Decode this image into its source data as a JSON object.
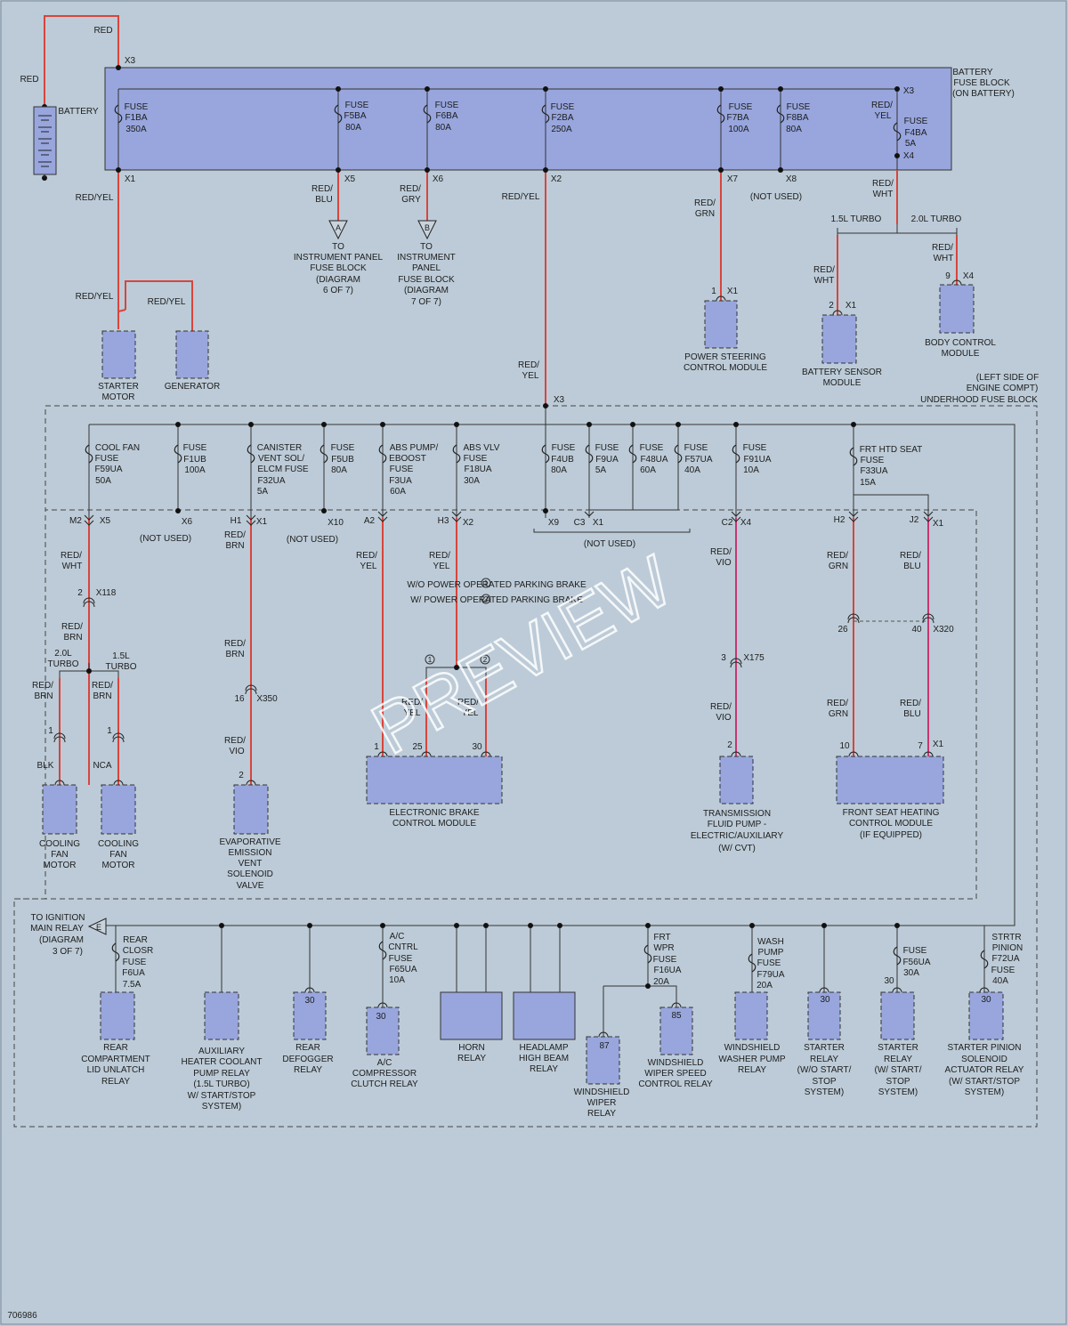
{
  "diagram_id": "706986",
  "watermark": "PREVIEW",
  "colors": {
    "background": "#bccbd7",
    "block_fill": "#98a6dd",
    "wire_red": "#d8453c",
    "wire_magenta": "#c4376f",
    "line": "#333333"
  },
  "labels": [
    [
      "RED",
      116,
      34
    ],
    [
      "RED",
      33,
      89
    ],
    [
      "X3",
      146,
      68
    ],
    [
      "BATTERY",
      88,
      125
    ],
    [
      "BATTERY",
      1093,
      81
    ],
    [
      "FUSE BLOCK",
      1103,
      93
    ],
    [
      "(ON BATTERY)",
      1105,
      105
    ],
    [
      "FUSE",
      153,
      120
    ],
    [
      "F1BA",
      153,
      132
    ],
    [
      "350A",
      153,
      145
    ],
    [
      "FUSE",
      401,
      118
    ],
    [
      "F5BA",
      399,
      130
    ],
    [
      "80A",
      397,
      143
    ],
    [
      "FUSE",
      502,
      118
    ],
    [
      "F6BA",
      502,
      130
    ],
    [
      "80A",
      498,
      143
    ],
    [
      "FUSE",
      632,
      120
    ],
    [
      "F2BA",
      632,
      132
    ],
    [
      "250A",
      631,
      145
    ],
    [
      "FUSE",
      832,
      120
    ],
    [
      "F7BA",
      829,
      132
    ],
    [
      "100A",
      830,
      145
    ],
    [
      "FUSE",
      897,
      120
    ],
    [
      "F8BA",
      896,
      132
    ],
    [
      "80A",
      892,
      145
    ],
    [
      "X3",
      1021,
      102
    ],
    [
      "RED/",
      991,
      118
    ],
    [
      "YEL",
      992,
      130
    ],
    [
      "FUSE",
      1029,
      136
    ],
    [
      "F4BA",
      1029,
      149
    ],
    [
      "5A",
      1023,
      161
    ],
    [
      "X4",
      1021,
      175
    ],
    [
      "X1",
      146,
      201
    ],
    [
      "X5",
      393,
      201
    ],
    [
      "X6",
      492,
      201
    ],
    [
      "X2",
      625,
      201
    ],
    [
      "X7",
      823,
      201
    ],
    [
      "X8",
      889,
      201
    ],
    [
      "RED/YEL",
      106,
      222
    ],
    [
      "RED/",
      362,
      212
    ],
    [
      "BLU",
      364,
      224
    ],
    [
      "RED/",
      461,
      212
    ],
    [
      "GRY",
      462,
      224
    ],
    [
      "RED/YEL",
      585,
      221
    ],
    [
      "RED/",
      792,
      228
    ],
    [
      "GRN",
      792,
      240
    ],
    [
      "(NOT USED)",
      872,
      221
    ],
    [
      "RED/",
      992,
      206
    ],
    [
      "WHT",
      992,
      218
    ],
    [
      "1.5L TURBO",
      962,
      246
    ],
    [
      "2.0L TURBO",
      1052,
      246
    ],
    [
      "RED/",
      1059,
      278
    ],
    [
      "WHT",
      1060,
      290
    ],
    [
      "RED/",
      926,
      303
    ],
    [
      "WHT",
      926,
      315
    ],
    [
      "TO",
      380,
      277
    ],
    [
      "INSTRUMENT PANEL",
      380,
      289
    ],
    [
      "FUSE BLOCK",
      380,
      301
    ],
    [
      "(DIAGRAM",
      380,
      314
    ],
    [
      "6 OF 7)",
      380,
      326
    ],
    [
      "TO",
      479,
      277
    ],
    [
      "INSTRUMENT",
      479,
      289
    ],
    [
      "PANEL",
      479,
      301
    ],
    [
      "FUSE BLOCK",
      479,
      314
    ],
    [
      "(DIAGRAM",
      479,
      326
    ],
    [
      "7 OF 7)",
      479,
      339
    ],
    [
      "9",
      1065,
      310
    ],
    [
      "X4",
      1088,
      310
    ],
    [
      "1",
      802,
      327
    ],
    [
      "X1",
      823,
      327
    ],
    [
      "2",
      934,
      343
    ],
    [
      "X1",
      956,
      343
    ],
    [
      "RED/YEL",
      106,
      333
    ],
    [
      "RED/YEL",
      187,
      339
    ],
    [
      "BODY CONTROL",
      1079,
      385
    ],
    [
      "MODULE",
      1079,
      397
    ],
    [
      "POWER STEERING",
      815,
      401
    ],
    [
      "CONTROL MODULE",
      815,
      413
    ],
    [
      "RED/",
      594,
      410
    ],
    [
      "YEL",
      596,
      422
    ],
    [
      "BATTERY SENSOR",
      946,
      418
    ],
    [
      "MODULE",
      946,
      430
    ],
    [
      "STARTER",
      133,
      434
    ],
    [
      "MOTOR",
      133,
      446
    ],
    [
      "GENERATOR",
      216,
      434
    ],
    [
      "(LEFT SIDE OF",
      1132,
      424
    ],
    [
      "ENGINE COMPT)",
      1126,
      436
    ],
    [
      "UNDERHOOD FUSE BLOCK",
      1100,
      449
    ],
    [
      "X3",
      628,
      449
    ],
    [
      "COOL FAN",
      132,
      503
    ],
    [
      "FUSE",
      120,
      515
    ],
    [
      "F59UA",
      122,
      527
    ],
    [
      "50A",
      116,
      540
    ],
    [
      "FUSE",
      219,
      503
    ],
    [
      "F1UB",
      219,
      516
    ],
    [
      "100A",
      219,
      528
    ],
    [
      "CANISTER",
      314,
      503
    ],
    [
      "VENT SOL/",
      316,
      515
    ],
    [
      "ELCM FUSE",
      318,
      527
    ],
    [
      "F32UA",
      305,
      540
    ],
    [
      "5A",
      295,
      552
    ],
    [
      "FUSE",
      385,
      503
    ],
    [
      "F5UB",
      385,
      516
    ],
    [
      "80A",
      381,
      528
    ],
    [
      "ABS PUMP/",
      465,
      503
    ],
    [
      "EBOOST",
      458,
      515
    ],
    [
      "FUSE",
      451,
      527
    ],
    [
      "F3UA",
      450,
      540
    ],
    [
      "60A",
      447,
      552
    ],
    [
      "ABS VLV",
      541,
      503
    ],
    [
      "FUSE",
      534,
      515
    ],
    [
      "F18UA",
      537,
      527
    ],
    [
      "30A",
      530,
      540
    ],
    [
      "FUSE",
      633,
      503
    ],
    [
      "F4UB",
      632,
      516
    ],
    [
      "80A",
      628,
      528
    ],
    [
      "FUSE",
      682,
      503
    ],
    [
      "F9UA",
      682,
      516
    ],
    [
      "5A",
      675,
      528
    ],
    [
      "FUSE",
      732,
      503
    ],
    [
      "F48UA",
      735,
      516
    ],
    [
      "60A",
      728,
      528
    ],
    [
      "FUSE",
      782,
      503
    ],
    [
      "F57UA",
      785,
      516
    ],
    [
      "40A",
      778,
      528
    ],
    [
      "FUSE",
      848,
      503
    ],
    [
      "F91UA",
      851,
      516
    ],
    [
      "10A",
      844,
      528
    ],
    [
      "FRT HTD SEAT",
      1001,
      505
    ],
    [
      "FUSE",
      980,
      517
    ],
    [
      "F33UA",
      982,
      529
    ],
    [
      "15A",
      975,
      542
    ],
    [
      "M2",
      85,
      585
    ],
    [
      "X5",
      118,
      585
    ],
    [
      "X6",
      210,
      586
    ],
    [
      "H1",
      265,
      585
    ],
    [
      "X1",
      294,
      586
    ],
    [
      "X10",
      377,
      587
    ],
    [
      "A2",
      415,
      585
    ],
    [
      "H3",
      498,
      585
    ],
    [
      "X2",
      526,
      587
    ],
    [
      "X9",
      622,
      587
    ],
    [
      "C3",
      651,
      587
    ],
    [
      "X1",
      672,
      587
    ],
    [
      "C2",
      817,
      587
    ],
    [
      "X4",
      838,
      587
    ],
    [
      "H2",
      943,
      584
    ],
    [
      "J2",
      1027,
      584
    ],
    [
      "X1",
      1054,
      588
    ],
    [
      "(NOT USED)",
      186,
      605
    ],
    [
      "(NOT USED)",
      351,
      606
    ],
    [
      "(NOT USED)",
      685,
      611
    ],
    [
      "RED/",
      80,
      624
    ],
    [
      "WHT",
      81,
      636
    ],
    [
      "RED/",
      264,
      601
    ],
    [
      "BRN",
      264,
      613
    ],
    [
      "RED/",
      412,
      624
    ],
    [
      "YEL",
      414,
      636
    ],
    [
      "RED/",
      494,
      624
    ],
    [
      "YEL",
      496,
      636
    ],
    [
      "RED/",
      810,
      620
    ],
    [
      "VIO",
      813,
      632
    ],
    [
      "RED/",
      941,
      624
    ],
    [
      "GRN",
      942,
      636
    ],
    [
      "RED/",
      1023,
      624
    ],
    [
      "BLU",
      1025,
      636
    ],
    [
      "W/O POWER OPERATED PARKING BRAKE",
      558,
      657
    ],
    [
      "W/ POWER OPERATED PARKING BRAKE",
      558,
      674
    ],
    [
      "2",
      90,
      666
    ],
    [
      "X118",
      119,
      666
    ],
    [
      "RED/",
      81,
      704
    ],
    [
      "BRN",
      82,
      716
    ],
    [
      "26",
      947,
      707
    ],
    [
      "40",
      1030,
      707
    ],
    [
      "X320",
      1060,
      707
    ],
    [
      "RED/",
      264,
      723
    ],
    [
      "BRN",
      264,
      735
    ],
    [
      "2.0L",
      71,
      734
    ],
    [
      "TURBO",
      71,
      746
    ],
    [
      "1.5L",
      136,
      737
    ],
    [
      "TURBO",
      136,
      749
    ],
    [
      "3",
      813,
      739
    ],
    [
      "X175",
      847,
      739
    ],
    [
      "RED/",
      48,
      770
    ],
    [
      "BRN",
      49,
      782
    ],
    [
      "RED/",
      115,
      770
    ],
    [
      "BRN",
      115,
      782
    ],
    [
      "16",
      269,
      785
    ],
    [
      "X350",
      300,
      785
    ],
    [
      "RED/",
      463,
      789
    ],
    [
      "YEL",
      463,
      801
    ],
    [
      "RED/",
      526,
      789
    ],
    [
      "YEL",
      528,
      801
    ],
    [
      "RED/",
      810,
      794
    ],
    [
      "VIO",
      813,
      806
    ],
    [
      "RED/",
      941,
      790
    ],
    [
      "GRN",
      942,
      802
    ],
    [
      "RED/",
      1023,
      790
    ],
    [
      "BLU",
      1025,
      802
    ],
    [
      "1",
      57,
      821
    ],
    [
      "1",
      123,
      821
    ],
    [
      "RED/",
      264,
      832
    ],
    [
      "VIO",
      266,
      844
    ],
    [
      "1",
      423,
      839
    ],
    [
      "25",
      469,
      839
    ],
    [
      "30",
      536,
      839
    ],
    [
      "2",
      820,
      837
    ],
    [
      "10",
      949,
      838
    ],
    [
      "7",
      1034,
      838
    ],
    [
      "X1",
      1054,
      836
    ],
    [
      "BLK",
      51,
      860
    ],
    [
      "NCA",
      115,
      860
    ],
    [
      "2",
      271,
      871
    ],
    [
      "ELECTRONIC BRAKE",
      488,
      913
    ],
    [
      "CONTROL MODULE",
      488,
      925
    ],
    [
      "TRANSMISSION",
      828,
      914
    ],
    [
      "FLUID PUMP -",
      828,
      926
    ],
    [
      "ELECTRIC/AUXILIARY",
      828,
      939
    ],
    [
      "(W/ CVT)",
      828,
      953
    ],
    [
      "FRONT SEAT HEATING",
      1001,
      913
    ],
    [
      "CONTROL MODULE",
      1001,
      925
    ],
    [
      "(IF EQUIPPED)",
      1001,
      938
    ],
    [
      "EVAPORATIVE",
      281,
      946
    ],
    [
      "EMISSION",
      281,
      958
    ],
    [
      "VENT",
      281,
      970
    ],
    [
      "SOLENOID",
      281,
      982
    ],
    [
      "VALVE",
      281,
      995
    ],
    [
      "COOLING",
      67,
      948
    ],
    [
      "FAN",
      67,
      960
    ],
    [
      "MOTOR",
      67,
      972
    ],
    [
      "COOLING",
      133,
      948
    ],
    [
      "FAN",
      133,
      960
    ],
    [
      "MOTOR",
      133,
      972
    ],
    [
      "TO IGNITION",
      65,
      1031
    ],
    [
      "MAIN RELAY",
      64,
      1043
    ],
    [
      "(DIAGRAM",
      69,
      1056
    ],
    [
      "3 OF 7)",
      76,
      1069
    ],
    [
      "A/C",
      446,
      1052
    ],
    [
      "CNTRL",
      453,
      1064
    ],
    [
      "FUSE",
      450,
      1077
    ],
    [
      "F65UA",
      453,
      1089
    ],
    [
      "10A",
      446,
      1101
    ],
    [
      "FRT",
      744,
      1053
    ],
    [
      "WPR",
      746,
      1065
    ],
    [
      "FUSE",
      747,
      1078
    ],
    [
      "F16UA",
      750,
      1090
    ],
    [
      "20A",
      743,
      1103
    ],
    [
      "WASH",
      866,
      1058
    ],
    [
      "PUMP",
      866,
      1070
    ],
    [
      "FUSE",
      864,
      1082
    ],
    [
      "F79UA",
      866,
      1095
    ],
    [
      "20A",
      859,
      1107
    ],
    [
      "FUSE",
      1028,
      1068
    ],
    [
      "F56UA",
      1030,
      1081
    ],
    [
      "30A",
      1024,
      1093
    ],
    [
      "STRTR",
      1131,
      1053
    ],
    [
      "PINION",
      1132,
      1065
    ],
    [
      "F72UA",
      1130,
      1077
    ],
    [
      "FUSE",
      1127,
      1090
    ],
    [
      "40A",
      1124,
      1102
    ],
    [
      "REAR",
      152,
      1056
    ],
    [
      "CLOSR",
      155,
      1068
    ],
    [
      "FUSE",
      151,
      1081
    ],
    [
      "F6UA",
      150,
      1093
    ],
    [
      "7.5A",
      148,
      1106
    ],
    [
      "30",
      348,
      1124
    ],
    [
      "30",
      927,
      1123
    ],
    [
      "30",
      999,
      1102
    ],
    [
      "30",
      1108,
      1123
    ],
    [
      "30",
      428,
      1142
    ],
    [
      "85",
      760,
      1141
    ],
    [
      "87",
      679,
      1175
    ],
    [
      "HORN",
      530,
      1177
    ],
    [
      "RELAY",
      530,
      1189
    ],
    [
      "HEADLAMP",
      611,
      1177
    ],
    [
      "HIGH BEAM",
      611,
      1189
    ],
    [
      "RELAY",
      611,
      1201
    ],
    [
      "REAR",
      130,
      1177
    ],
    [
      "COMPARTMENT",
      130,
      1190
    ],
    [
      "LID UNLATCH",
      130,
      1202
    ],
    [
      "RELAY",
      130,
      1215
    ],
    [
      "AUXILIARY",
      249,
      1181
    ],
    [
      "HEATER COOLANT",
      249,
      1193
    ],
    [
      "PUMP RELAY",
      249,
      1206
    ],
    [
      "(1.5L TURBO)",
      249,
      1218
    ],
    [
      "W/ START/STOP",
      249,
      1231
    ],
    [
      "SYSTEM)",
      249,
      1243
    ],
    [
      "REAR",
      346,
      1177
    ],
    [
      "DEFOGGER",
      346,
      1190
    ],
    [
      "RELAY",
      346,
      1202
    ],
    [
      "A/C",
      432,
      1194
    ],
    [
      "COMPRESSOR",
      432,
      1206
    ],
    [
      "CLUTCH RELAY",
      432,
      1218
    ],
    [
      "WINDSHIELD",
      845,
      1177
    ],
    [
      "WASHER PUMP",
      845,
      1190
    ],
    [
      "RELAY",
      845,
      1202
    ],
    [
      "STARTER",
      926,
      1177
    ],
    [
      "RELAY",
      926,
      1190
    ],
    [
      "(W/O START/",
      926,
      1202
    ],
    [
      "STOP",
      926,
      1215
    ],
    [
      "SYSTEM)",
      926,
      1227
    ],
    [
      "STARTER",
      1009,
      1177
    ],
    [
      "RELAY",
      1009,
      1190
    ],
    [
      "(W/ START/",
      1009,
      1202
    ],
    [
      "STOP",
      1009,
      1215
    ],
    [
      "SYSTEM)",
      1009,
      1227
    ],
    [
      "STARTER PINION",
      1106,
      1177
    ],
    [
      "SOLENOID",
      1106,
      1190
    ],
    [
      "ACTUATOR RELAY",
      1106,
      1202
    ],
    [
      "(W/ START/STOP",
      1106,
      1215
    ],
    [
      "SYSTEM)",
      1106,
      1227
    ],
    [
      "WINDSHIELD",
      759,
      1194
    ],
    [
      "WIPER SPEED",
      759,
      1206
    ],
    [
      "CONTROL RELAY",
      759,
      1218
    ],
    [
      "WINDSHIELD",
      676,
      1227
    ],
    [
      "WIPER",
      676,
      1239
    ],
    [
      "RELAY",
      676,
      1251
    ],
    [
      "706986",
      25,
      1478
    ]
  ]
}
